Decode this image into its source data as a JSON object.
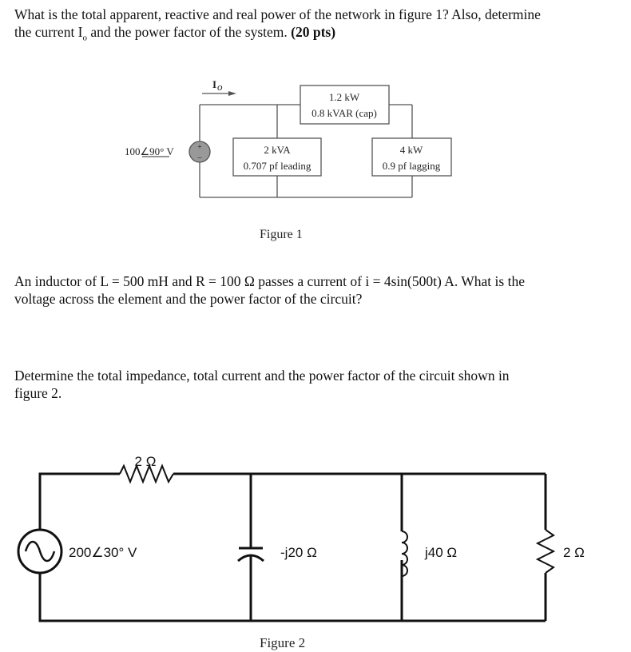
{
  "q1": {
    "line1": "What is the total apparent, reactive and real power of the network in figure 1? Also, determine",
    "line2_pre": "the current I",
    "line2_sub": "o",
    "line2_post": " and the power factor of the system. ",
    "points": "(20 pts)"
  },
  "fig1": {
    "caption": "Figure 1",
    "source": "100∠90° V",
    "current": "I",
    "current_sub": "o",
    "box_top": {
      "line1": "1.2 kW",
      "line2": "0.8 kVAR (cap)"
    },
    "box_mid": {
      "line1": "2 kVA",
      "line2": "0.707 pf leading"
    },
    "box_right": {
      "line1": "4 kW",
      "line2": "0.9 pf lagging"
    }
  },
  "q2": {
    "line1": "An inductor of L = 500 mH and R = 100 Ω passes a current of i = 4sin(500t) A. What is the",
    "line2": "voltage across the element and the power factor of the circuit?"
  },
  "q3": {
    "line1": "Determine the total impedance, total current and the power factor of the circuit shown in",
    "line2": "figure 2."
  },
  "fig2": {
    "caption": "Figure 2",
    "source": "200∠30° V",
    "series_resistor": "2 Ω",
    "capacitor": "-j20 Ω",
    "inductor": "j40 Ω",
    "shunt_resistor": "2 Ω"
  }
}
